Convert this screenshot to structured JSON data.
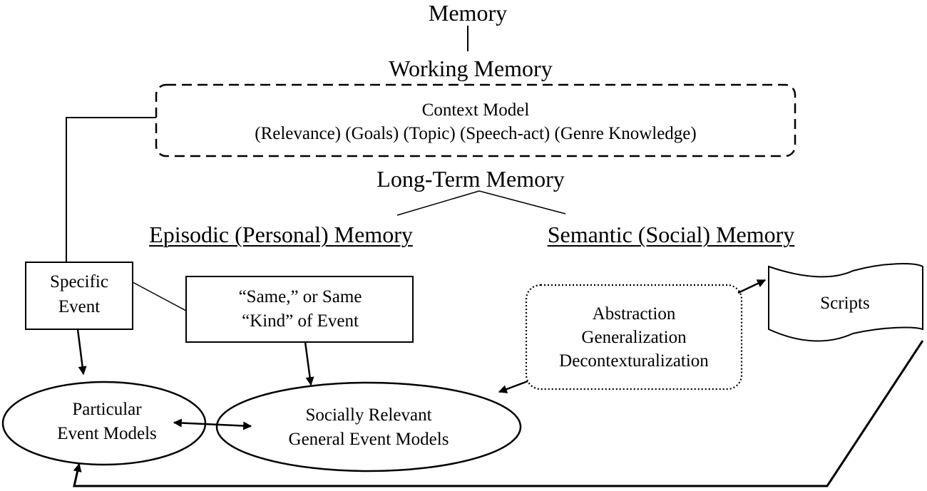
{
  "labels": {
    "memory": "Memory",
    "working_memory": "Working Memory",
    "context_model_title": "Context Model",
    "context_model_items": "(Relevance) (Goals) (Topic) (Speech-act) (Genre Knowledge)",
    "long_term_memory": "Long-Term Memory",
    "episodic_memory": "Episodic (Personal) Memory",
    "semantic_memory": "Semantic (Social) Memory",
    "specific_event_line1": "Specific",
    "specific_event_line2": "Event",
    "same_kind_line1": "“Same,” or Same",
    "same_kind_line2": "“Kind” of Event",
    "process_line1": "Abstraction",
    "process_line2": "Generalization",
    "process_line3": "Decontexturalization",
    "scripts": "Scripts",
    "particular_line1": "Particular",
    "particular_line2": "Event Models",
    "general_line1": "Socially Relevant",
    "general_line2": "General Event Models"
  }
}
